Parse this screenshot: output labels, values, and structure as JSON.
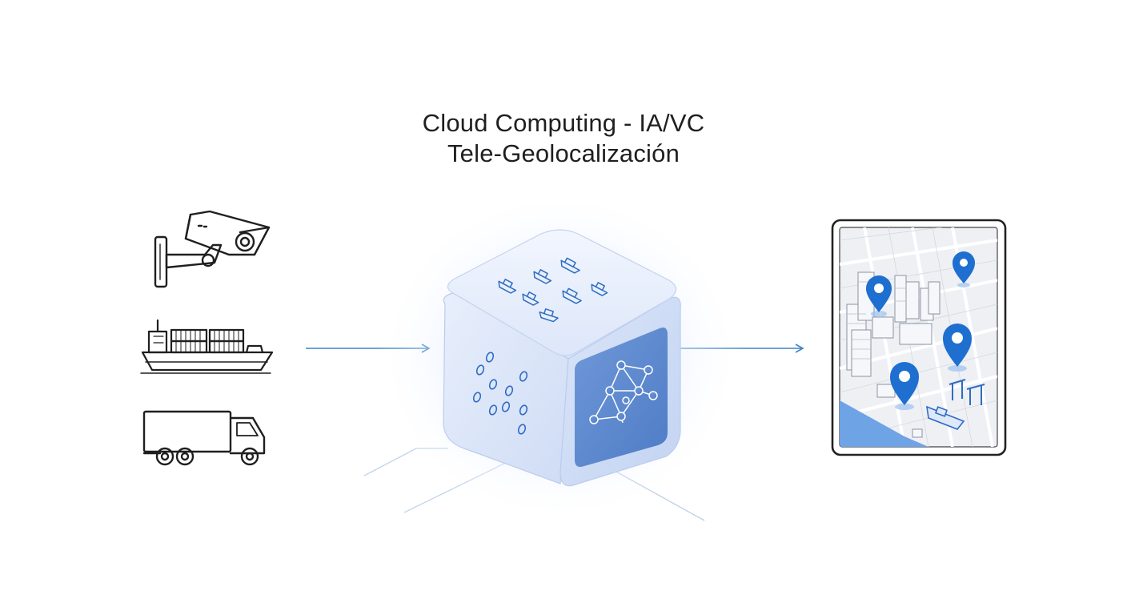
{
  "diagram": {
    "title_line_1": "Cloud Computing - IA/VC",
    "title_line_2": "Tele-Geolocalización"
  },
  "inputs": [
    {
      "icon": "security-camera-icon"
    },
    {
      "icon": "container-ship-icon"
    },
    {
      "icon": "truck-icon"
    }
  ],
  "processor": {
    "icon": "cloud-ai-cube",
    "face_icons": [
      "ship-icons",
      "droplet-dots",
      "neural-network-icon"
    ]
  },
  "output": {
    "icon": "tablet-map",
    "markers": 4
  },
  "colors": {
    "accent": "#1e6fd0",
    "arrow": "#3f84c8",
    "line_icons": "#1f1f1f",
    "cube_light": "#e3ebfa",
    "cube_panel": "#5a87cf",
    "map_water": "#6ea3e6"
  }
}
